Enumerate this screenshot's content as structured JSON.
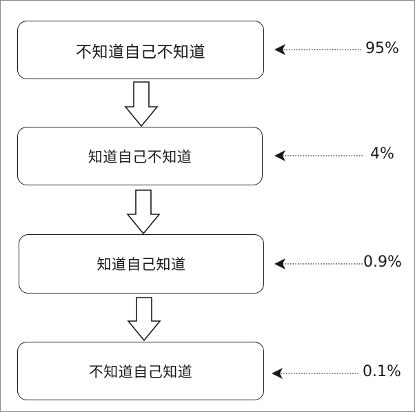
{
  "stages": [
    {
      "label": "不知道自己不知道",
      "percent": "95%"
    },
    {
      "label": "知道自己不知道",
      "percent": "4%"
    },
    {
      "label": "知道自己知道",
      "percent": "0.9%"
    },
    {
      "label": "不知道自己知道",
      "percent": "0.1%"
    }
  ]
}
